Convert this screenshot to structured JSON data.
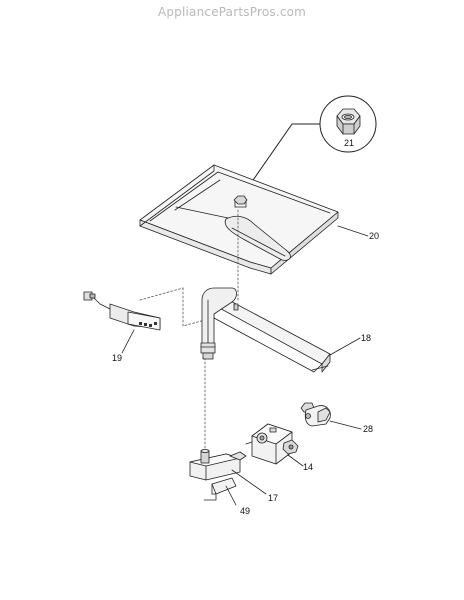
{
  "site": {
    "watermark": "AppliancePartsPros.com"
  },
  "parts": [
    {
      "id": "21",
      "label": "21"
    },
    {
      "id": "20",
      "label": "20"
    },
    {
      "id": "19",
      "label": "19"
    },
    {
      "id": "18",
      "label": "18"
    },
    {
      "id": "28",
      "label": "28"
    },
    {
      "id": "14",
      "label": "14"
    },
    {
      "id": "17",
      "label": "17"
    },
    {
      "id": "49",
      "label": "49"
    }
  ]
}
